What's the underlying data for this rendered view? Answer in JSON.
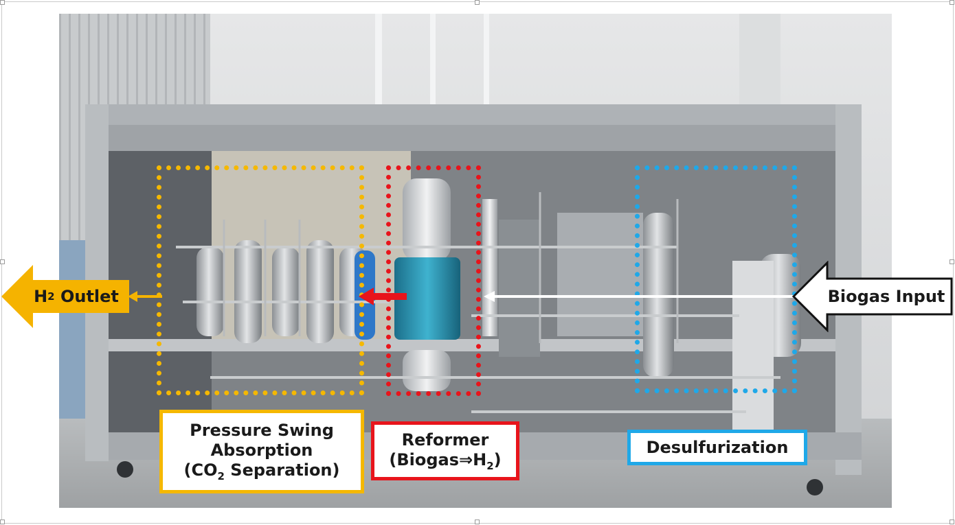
{
  "colors": {
    "psa": "#F5B800",
    "reformer": "#E8141B",
    "desulfurization": "#1FA8E8",
    "outlet_arrow": "#F5B300",
    "input_arrow": "#ffffff"
  },
  "arrows": {
    "outlet_label": "H₂ Outlet",
    "input_label": "Biogas Input"
  },
  "regions": {
    "psa_label": "Pressure Swing\nAbsorption\n(CO₂ Separation)",
    "reformer_label": "Reformer\n(Biogas⇒H₂)",
    "desulfurization_label": "Desulfurization"
  }
}
